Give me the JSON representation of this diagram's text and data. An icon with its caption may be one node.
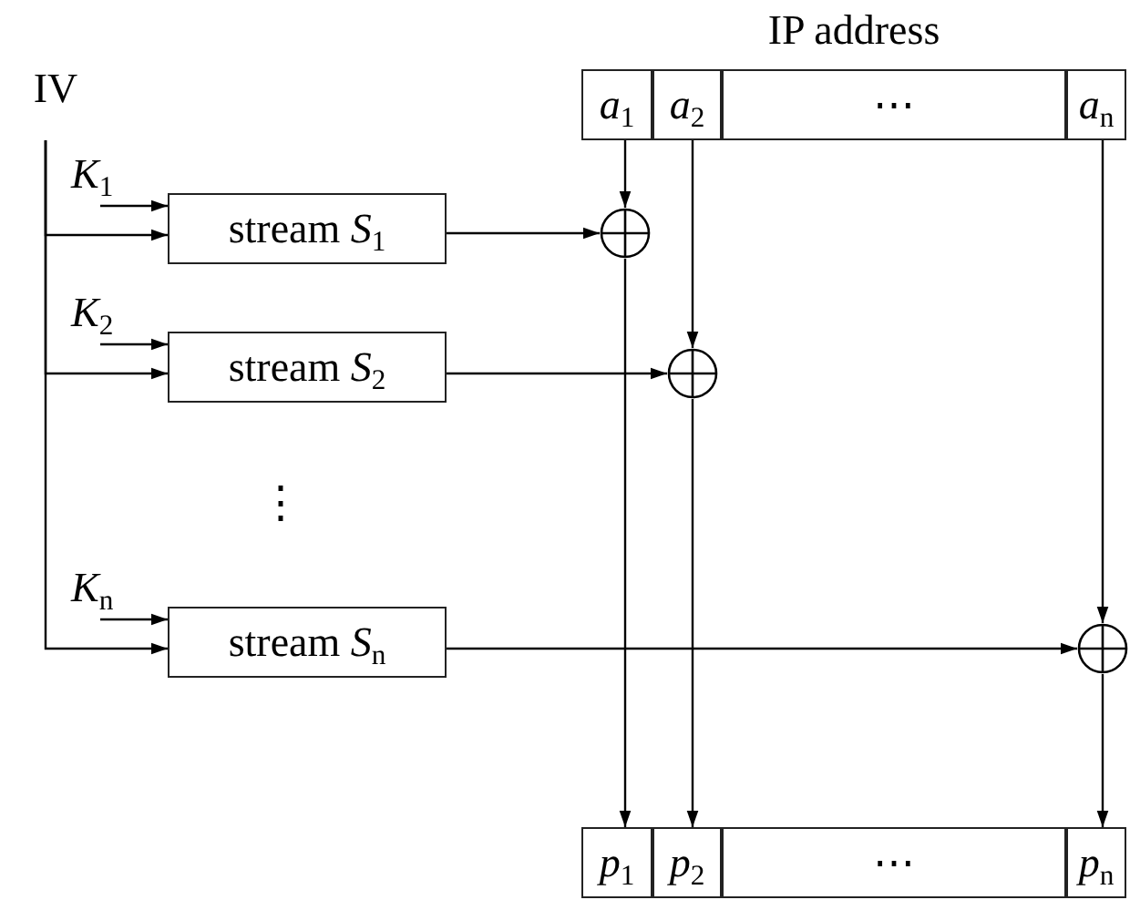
{
  "diagram": {
    "nodes": [
      {
        "text": [
          "IV"
        ]
      },
      {
        "text": [
          "IP address"
        ]
      },
      {
        "text": [
          "*a*$_{1}$"
        ],
        "in": 1
      },
      {
        "text": [
          "*a*$_{2}$"
        ],
        "in": 1
      },
      {
        "text": [
          "⋯"
        ],
        "in": 1
      },
      {
        "text": [
          "*a*$_{n}$"
        ],
        "in": 1
      },
      {
        "text": [
          "stream *S*$_{1}$"
        ]
      },
      {
        "text": [
          "stream *S*$_{2}$"
        ]
      },
      {
        "text": [
          "stream *S*$_{n}$"
        ]
      },
      {
        "text": [],
        "shape": "circle"
      },
      {
        "text": [],
        "shape": "circle"
      },
      {
        "text": [],
        "shape": "circle"
      },
      {
        "text": [],
        "shape": "box"
      },
      {
        "text": [
          "*p*$_{1}$"
        ],
        "in": 12
      },
      {
        "text": [
          "*p*$_{2}$"
        ],
        "in": 12
      },
      {
        "text": [
          "⋯"
        ],
        "in": 12
      },
      {
        "text": [
          "*p*$_{n}$"
        ],
        "in": 12
      }
    ],
    "edges": [
      {
        "from": 0,
        "to": 6,
        "arrow": "to"
      },
      {
        "from": 0,
        "to": 7,
        "arrow": "to"
      },
      {
        "from": 0,
        "to": 8,
        "arrow": "to"
      },
      {
        "from": null,
        "to": 6,
        "arrow": "to",
        "label": "*K*$_{1}$"
      },
      {
        "from": null,
        "to": 7,
        "arrow": "to",
        "label": "*K*$_{2}$"
      },
      {
        "from": null,
        "to": 8,
        "arrow": "to",
        "label": "*K*$_{n}$"
      },
      {
        "from": 6,
        "to": 9,
        "arrow": "to"
      },
      {
        "from": 7,
        "to": 10,
        "arrow": "to"
      },
      {
        "from": 8,
        "to": 11,
        "arrow": "to"
      },
      {
        "from": 2,
        "to": 9,
        "arrow": "to"
      },
      {
        "from": 9,
        "to": 13,
        "arrow": "to"
      },
      {
        "from": 3,
        "to": 10,
        "arrow": "to"
      },
      {
        "from": 10,
        "to": 14,
        "arrow": "to"
      },
      {
        "from": 5,
        "to": 11,
        "arrow": "to"
      },
      {
        "from": 11,
        "to": 16,
        "arrow": "to"
      }
    ],
    "labels": [
      "⋮"
    ]
  }
}
